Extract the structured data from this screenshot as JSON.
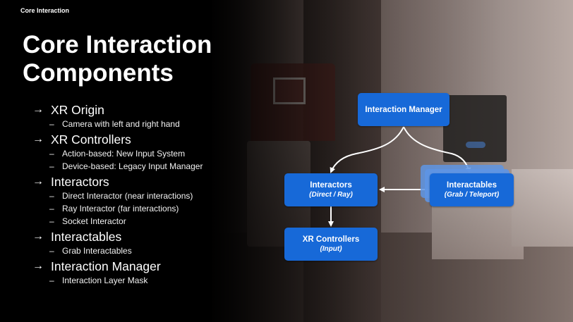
{
  "header": {
    "section_label": "Core Interaction"
  },
  "title": {
    "line1": "Core Interaction",
    "line2": "Components"
  },
  "bullets": [
    {
      "label": "XR Origin",
      "subs": [
        "Camera with left and right hand"
      ]
    },
    {
      "label": "XR Controllers",
      "subs": [
        "Action-based: New Input System",
        "Device-based: Legacy Input Manager"
      ]
    },
    {
      "label": "Interactors",
      "subs": [
        "Direct Interactor (near interactions)",
        "Ray Interactor (far interactions)",
        "Socket Interactor"
      ]
    },
    {
      "label": "Interactables",
      "subs": [
        "Grab Interactables"
      ]
    },
    {
      "label": "Interaction Manager",
      "subs": [
        "Interaction Layer Mask"
      ]
    }
  ],
  "diagram": {
    "manager": {
      "title": "Interaction Manager"
    },
    "interactors": {
      "title": "Interactors",
      "subtitle": "(Direct / Ray)"
    },
    "interactables": {
      "title": "Interactables",
      "subtitle": "(Grab / Teleport)"
    },
    "controllers": {
      "title": "XR Controllers",
      "subtitle": "(Input)"
    }
  },
  "colors": {
    "node": "#1769d8",
    "node_stack": "#5e95e4",
    "background": "#000000"
  },
  "icons": {
    "bullet_arrow": "right-arrow-icon",
    "sub_bullet": "dash"
  }
}
